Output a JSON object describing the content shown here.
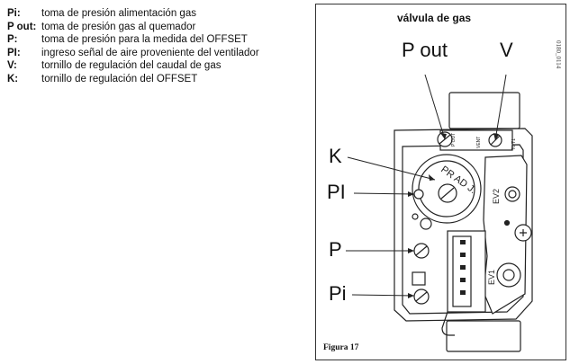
{
  "legend": [
    {
      "key": "Pi:",
      "text": "toma de presión alimentación gas"
    },
    {
      "key": "P out:",
      "text": "toma de presión gas al quemador"
    },
    {
      "key": "P:",
      "text": "toma de presión para la medida del OFFSET"
    },
    {
      "key": "PI:",
      "text": "ingreso señal de aire proveniente del ventilador"
    },
    {
      "key": "V:",
      "text": "tornillo de regulación del caudal de gas"
    },
    {
      "key": "K:",
      "text": "tornillo de regulación del OFFSET"
    }
  ],
  "figure": {
    "title": "válvula de gas",
    "code": "0180_0114",
    "caption": "Figura 17",
    "labels": {
      "p_out": "P out",
      "v": "V",
      "k": "K",
      "pi_left": "PI",
      "p": "P",
      "pi": "Pi"
    },
    "body_text": {
      "p_out": "P OUT",
      "vent": "VENT",
      "regulator": "PR AD J.",
      "ev2": "EV2",
      "ev1": "EV1",
      "tp": "T0 T1"
    }
  }
}
